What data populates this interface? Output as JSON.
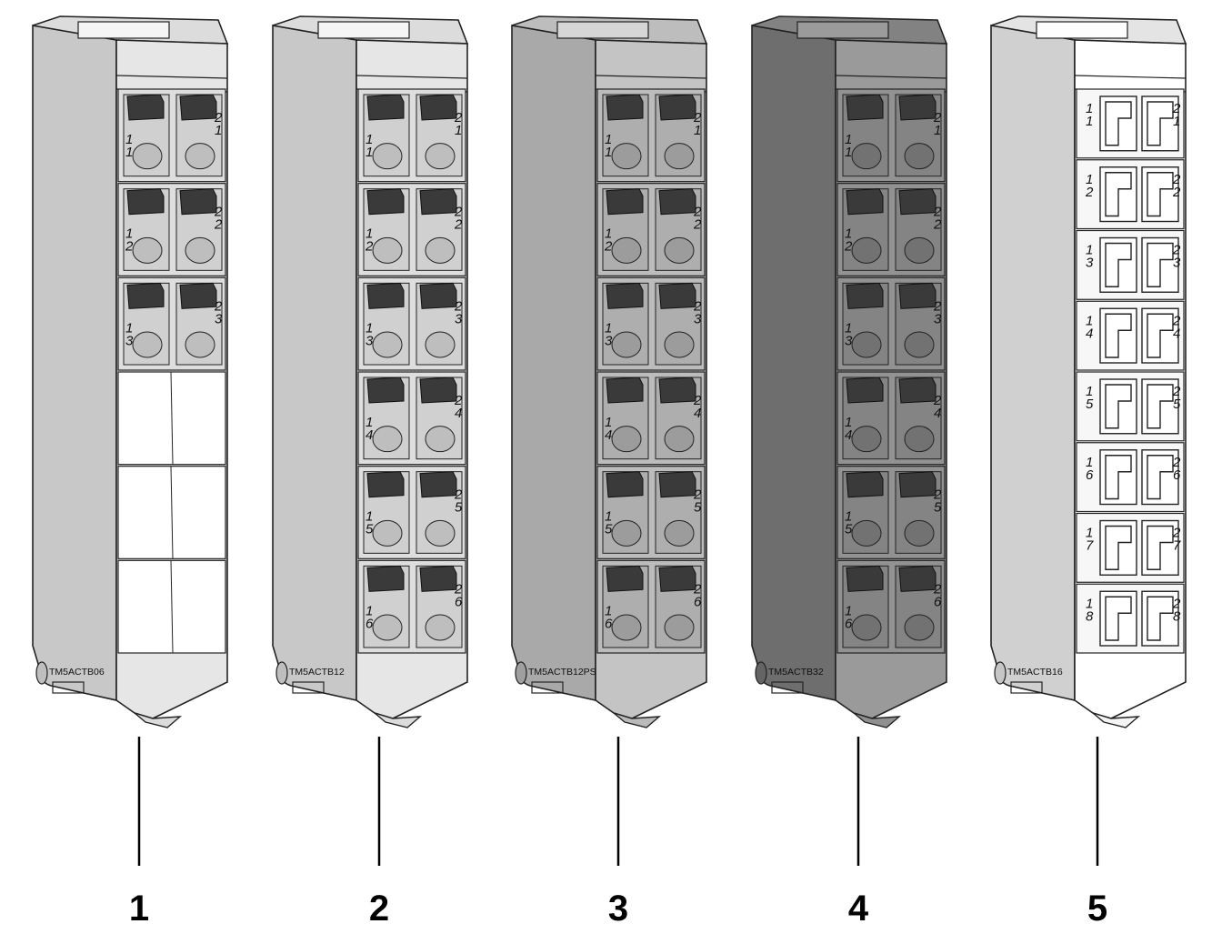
{
  "figure": {
    "blocks": [
      {
        "callout": "1",
        "model": "TM5ACTB06",
        "body_color": "#c8c8c8",
        "front_color": "#e6e6e6",
        "style": "spring",
        "total_rows": 6,
        "populated_rows": 3,
        "rows": [
          {
            "left": "1\n1",
            "right": "2\n1"
          },
          {
            "left": "1\n2",
            "right": "2\n2"
          },
          {
            "left": "1\n3",
            "right": "2\n3"
          }
        ]
      },
      {
        "callout": "2",
        "model": "TM5ACTB12",
        "body_color": "#c8c8c8",
        "front_color": "#e6e6e6",
        "style": "spring",
        "total_rows": 6,
        "populated_rows": 6,
        "rows": [
          {
            "left": "1\n1",
            "right": "2\n1"
          },
          {
            "left": "1\n2",
            "right": "2\n2"
          },
          {
            "left": "1\n3",
            "right": "2\n3"
          },
          {
            "left": "1\n4",
            "right": "2\n4"
          },
          {
            "left": "1\n5",
            "right": "2\n5"
          },
          {
            "left": "1\n6",
            "right": "2\n6"
          }
        ]
      },
      {
        "callout": "3",
        "model": "TM5ACTB12PS",
        "body_color": "#a9a9a9",
        "front_color": "#c4c4c4",
        "style": "spring",
        "total_rows": 6,
        "populated_rows": 6,
        "rows": [
          {
            "left": "1\n1",
            "right": "2\n1"
          },
          {
            "left": "1\n2",
            "right": "2\n2"
          },
          {
            "left": "1\n3",
            "right": "2\n3"
          },
          {
            "left": "1\n4",
            "right": "2\n4"
          },
          {
            "left": "1\n5",
            "right": "2\n5"
          },
          {
            "left": "1\n6",
            "right": "2\n6"
          }
        ]
      },
      {
        "callout": "4",
        "model": "TM5ACTB32",
        "body_color": "#6e6e6e",
        "front_color": "#9a9a9a",
        "style": "spring",
        "total_rows": 6,
        "populated_rows": 6,
        "rows": [
          {
            "left": "1\n1",
            "right": "2\n1"
          },
          {
            "left": "1\n2",
            "right": "2\n2"
          },
          {
            "left": "1\n3",
            "right": "2\n3"
          },
          {
            "left": "1\n4",
            "right": "2\n4"
          },
          {
            "left": "1\n5",
            "right": "2\n5"
          },
          {
            "left": "1\n6",
            "right": "2\n6"
          }
        ]
      },
      {
        "callout": "5",
        "model": "TM5ACTB16",
        "body_color": "#d0d0d0",
        "front_color": "#ffffff",
        "style": "screw",
        "total_rows": 8,
        "populated_rows": 8,
        "rows": [
          {
            "left": "1\n1",
            "right": "2\n1"
          },
          {
            "left": "1\n2",
            "right": "2\n2"
          },
          {
            "left": "1\n3",
            "right": "2\n3"
          },
          {
            "left": "1\n4",
            "right": "2\n4"
          },
          {
            "left": "1\n5",
            "right": "2\n5"
          },
          {
            "left": "1\n6",
            "right": "2\n6"
          },
          {
            "left": "1\n7",
            "right": "2\n7"
          },
          {
            "left": "1\n8",
            "right": "2\n8"
          }
        ]
      }
    ]
  }
}
